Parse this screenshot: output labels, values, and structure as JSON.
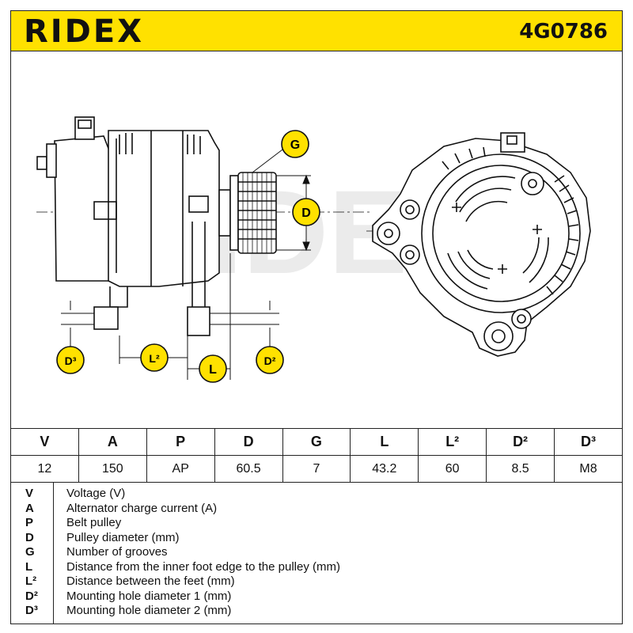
{
  "header": {
    "brand": "RIDEX",
    "part_number": "4G0786"
  },
  "diagram": {
    "watermark": "RIDEX",
    "labels": {
      "G": "G",
      "D": "D",
      "D3": "D³",
      "L2": "L²",
      "L": "L",
      "D2": "D²"
    }
  },
  "spec_table": {
    "headers": [
      "V",
      "A",
      "P",
      "D",
      "G",
      "L",
      "L²",
      "D²",
      "D³"
    ],
    "values": [
      "12",
      "150",
      "AP",
      "60.5",
      "7",
      "43.2",
      "60",
      "8.5",
      "M8"
    ]
  },
  "legend": [
    {
      "symbol": "V",
      "text": "Voltage (V)"
    },
    {
      "symbol": "A",
      "text": "Alternator charge current (A)"
    },
    {
      "symbol": "P",
      "text": "Belt pulley"
    },
    {
      "symbol": "D",
      "text": "Pulley diameter (mm)"
    },
    {
      "symbol": "G",
      "text": "Number of grooves"
    },
    {
      "symbol": "L",
      "text": "Distance from the inner foot edge to the pulley (mm)"
    },
    {
      "symbol": "L²",
      "text": "Distance between the feet (mm)"
    },
    {
      "symbol": "D²",
      "text": "Mounting hole diameter 1 (mm)"
    },
    {
      "symbol": "D³",
      "text": "Mounting hole diameter 2 (mm)"
    }
  ],
  "colors": {
    "accent": "#ffe100",
    "line": "#111111",
    "watermark": "#e6e6e6"
  }
}
